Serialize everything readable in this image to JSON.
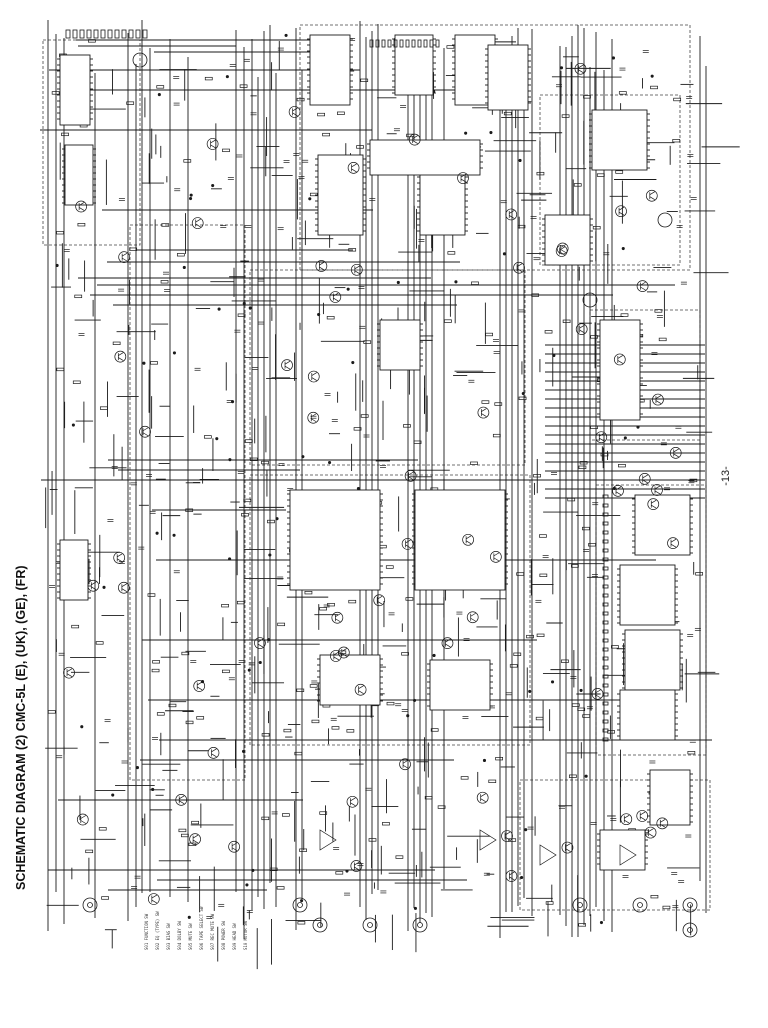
{
  "diagram": {
    "title": "SCHEMATIC DIAGRAM (2) CMC-5L (E), (UK), (GE), (FR)",
    "page_number": "-13-",
    "colors": {
      "ink": "#1a1a1a",
      "paper": "#ffffff",
      "dash": "#444444"
    },
    "notes": [
      "S01 FUNCTION SW",
      "S02 EQ (TYPE) SW",
      "S03 BIAS SW",
      "S04 DOLBY SW",
      "S05 MUTE SW",
      "S06 TAPE SELECT SW",
      "S07 REC MUTE SW",
      "S08 POWER SW",
      "S09 HEAD SW",
      "S10 MOTOR SW"
    ]
  }
}
